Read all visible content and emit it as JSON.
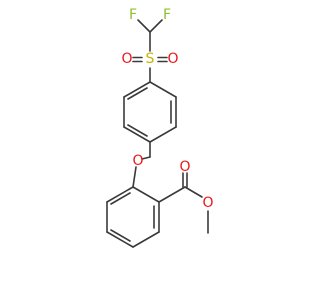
{
  "molecule": {
    "atom_labels": {
      "f_left": "F",
      "f_right": "F",
      "sulfur": "S",
      "o_sulfonyl_left": "O",
      "o_sulfonyl_right": "O",
      "o_ether": "O",
      "o_carbonyl": "O",
      "o_ester": "O"
    },
    "colors": {
      "bond": "#3a3a3a",
      "oxygen": "#e8191b",
      "sulfur": "#c8b400",
      "fluorine": "#8fbf2f"
    }
  }
}
